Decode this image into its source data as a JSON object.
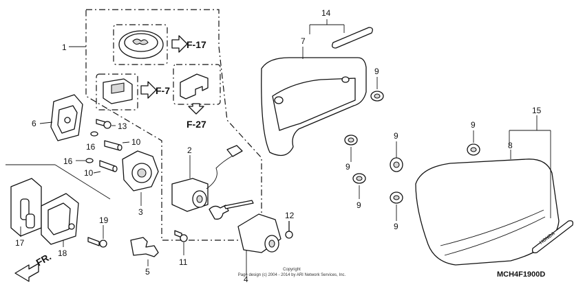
{
  "callouts": {
    "n1": "1",
    "n2": "2",
    "n3": "3",
    "n4": "4",
    "n5": "5",
    "n6": "6",
    "n7": "7",
    "n8": "8",
    "n9": "9",
    "n10": "10",
    "n11": "11",
    "n12": "12",
    "n13": "13",
    "n14": "14",
    "n15": "15",
    "n16": "16",
    "n17": "17",
    "n18": "18",
    "n19": "19"
  },
  "references": {
    "f17": "F-17",
    "f7": "F-7",
    "f27": "F-27"
  },
  "front_label": "FR.",
  "emblem_text": "HONDA",
  "diagram_code": "MCH4F1900D",
  "copyright": {
    "line1": "Copyright",
    "line2": "Page design (c) 2004 - 2014 by ARI Network Services, Inc."
  }
}
